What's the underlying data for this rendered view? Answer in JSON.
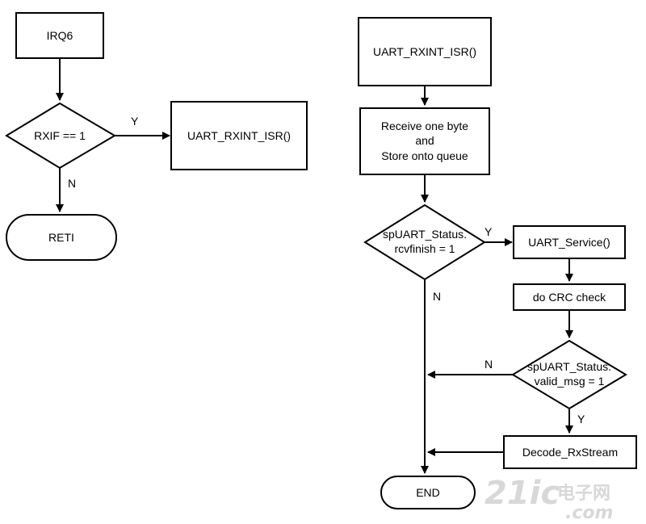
{
  "nodes": {
    "irq6": "IRQ6",
    "rxif_check": "RXIF == 1",
    "isr_call_left": "UART_RXINT_ISR()",
    "reti": "RETI",
    "isr_title_right": "UART_RXINT_ISR()",
    "receive": [
      "Receive one byte",
      "and",
      "Store onto queue"
    ],
    "rcvfinish": [
      "spUART_Status.",
      "rcvfinish = 1"
    ],
    "uart_service": "UART_Service()",
    "crc": "do CRC check",
    "valid_msg": [
      "spUART_Status.",
      "valid_msg = 1"
    ],
    "decode": "Decode_RxStream",
    "end": "END"
  },
  "labels": {
    "rxif_yes": "Y",
    "rxif_no": "N",
    "rcv_yes": "Y",
    "rcv_no": "N",
    "valid_no": "N",
    "valid_yes": "Y"
  },
  "watermark": {
    "number": "21ic",
    "chinese": "电子网",
    "domain": ".com"
  }
}
